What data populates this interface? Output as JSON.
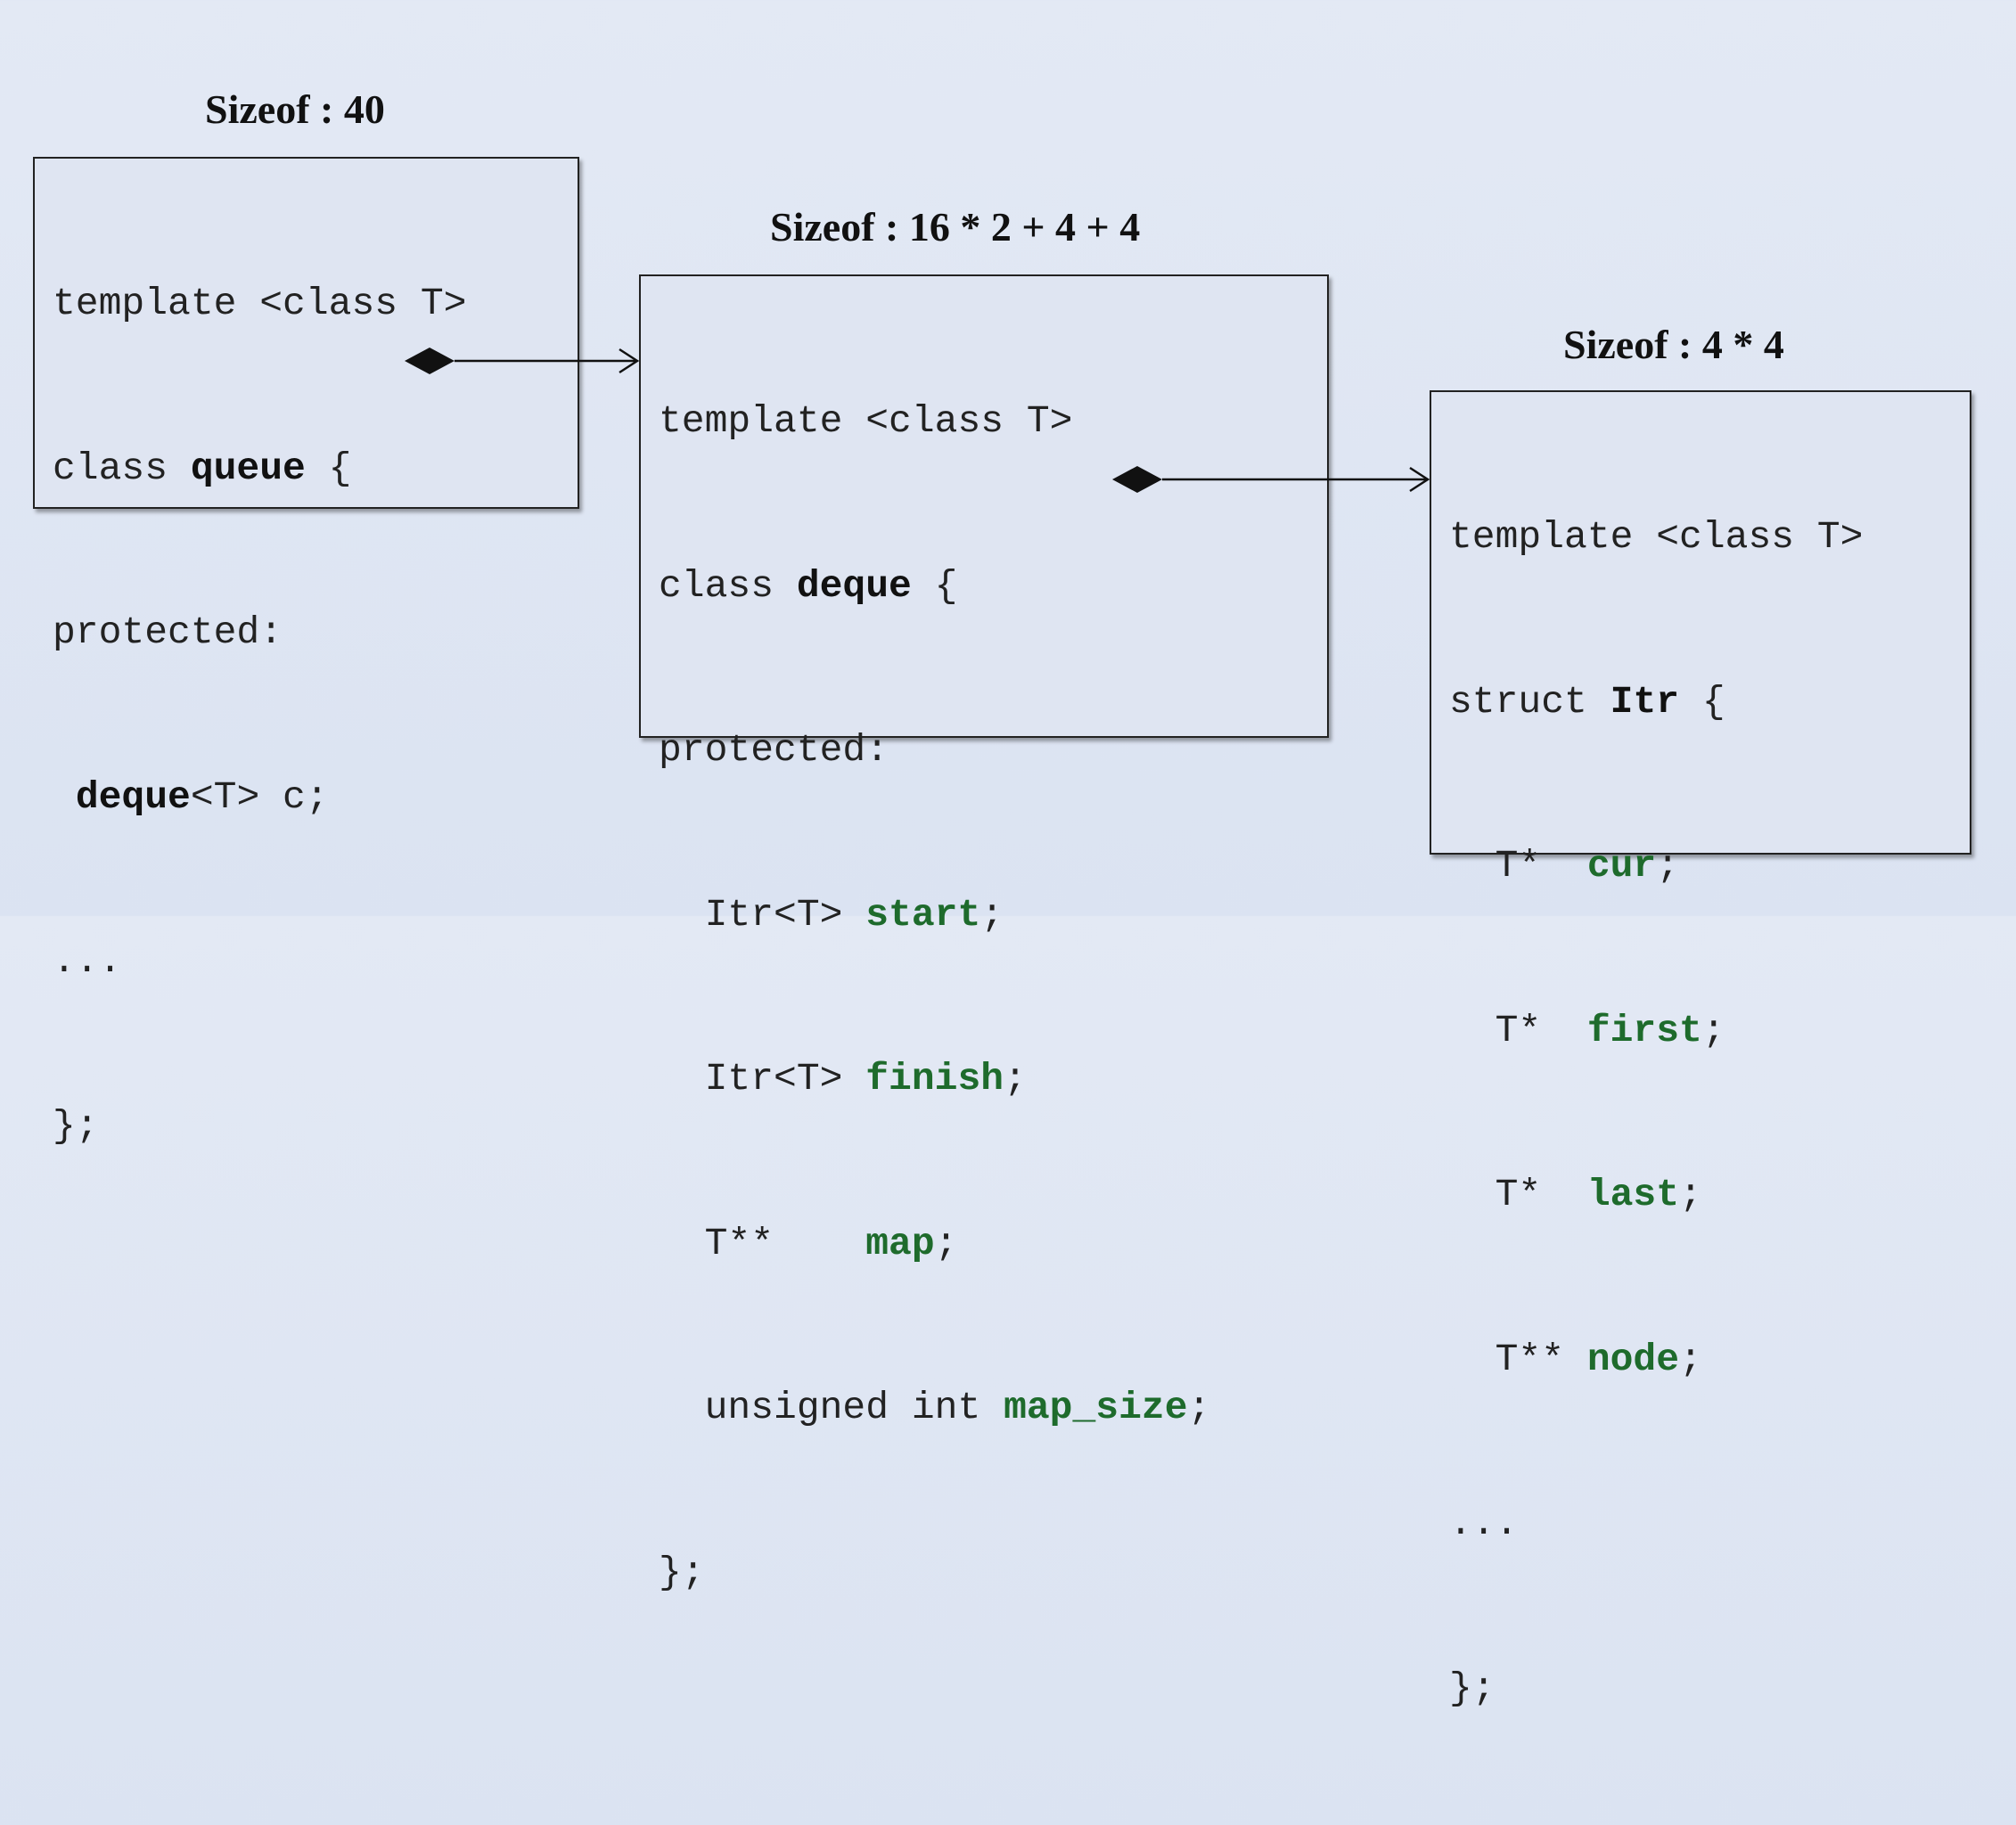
{
  "headings": {
    "queue": "Sizeof : 40",
    "deque": "Sizeof : 16 * 2 + 4 + 4",
    "itr": "Sizeof : 4 * 4"
  },
  "queue_box": {
    "l1": "template <class T>",
    "l2a": "class ",
    "l2b": "queue",
    "l2c": " {",
    "l3": "protected:",
    "l4a": " ",
    "l4b": "deque",
    "l4c": "<T> c;",
    "l5": "...",
    "l6": "};"
  },
  "deque_box": {
    "l1": "template <class T>",
    "l2a": "class ",
    "l2b": "deque",
    "l2c": " {",
    "l3": "protected:",
    "l4a": "  Itr<T> ",
    "l4b": "start",
    "l4c": ";",
    "l5a": "  Itr<T> ",
    "l5b": "finish",
    "l5c": ";",
    "l6a": "  T**    ",
    "l6b": "map",
    "l6c": ";",
    "l7a": "  unsigned int ",
    "l7b": "map_size",
    "l7c": ";",
    "l8": "};"
  },
  "itr_box": {
    "l1": "template <class T>",
    "l2a": "struct ",
    "l2b": "Itr",
    "l2c": " {",
    "l3a": "  T*  ",
    "l3b": "cur",
    "l3c": ";",
    "l4a": "  T*  ",
    "l4b": "first",
    "l4c": ";",
    "l5a": "  T*  ",
    "l5b": "last",
    "l5c": ";",
    "l6a": "  T** ",
    "l6b": "node",
    "l6c": ";",
    "l7": "...",
    "l8": "};"
  },
  "colors": {
    "field": "#1e6b2c",
    "background": "#dfe6f3",
    "border": "#222222"
  }
}
